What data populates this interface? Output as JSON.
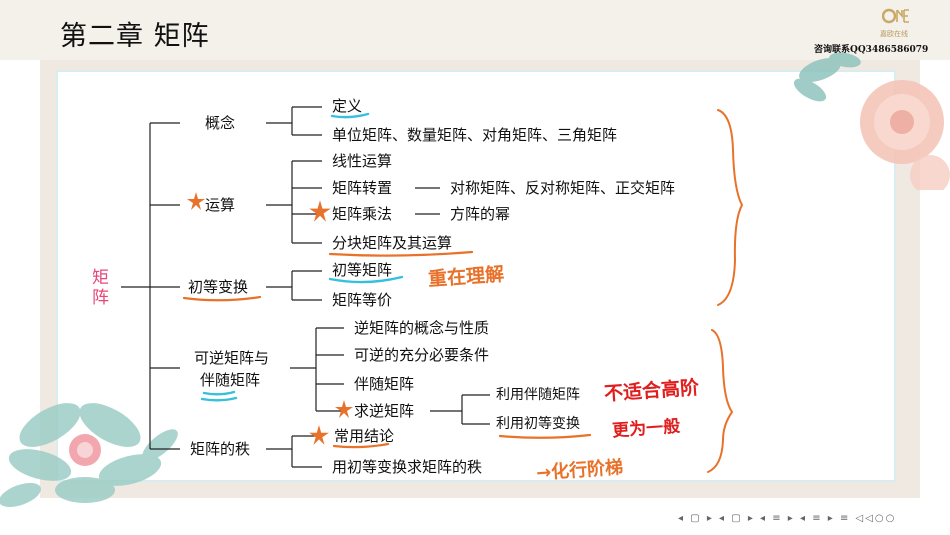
{
  "slide": {
    "title": "第二章 矩阵",
    "logo_caption": "嘉欧在线",
    "contact": "咨询联系QQ3486586079"
  },
  "tree": {
    "root": "矩阵",
    "concept": {
      "label": "概念",
      "items": [
        "定义",
        "单位矩阵、数量矩阵、对角矩阵、三角矩阵"
      ]
    },
    "ops": {
      "label": "运算",
      "items": [
        "线性运算",
        "矩阵转置",
        "矩阵乘法",
        "分块矩阵及其运算"
      ],
      "transpose_detail": "对称矩阵、反对称矩阵、正交矩阵",
      "mult_detail": "方阵的幂"
    },
    "elementary": {
      "label": "初等变换",
      "items": [
        "初等矩阵",
        "矩阵等价"
      ]
    },
    "inverse": {
      "label_line1": "可逆矩阵与",
      "label_line2": "伴随矩阵",
      "items": [
        "逆矩阵的概念与性质",
        "可逆的充分必要条件",
        "伴随矩阵",
        "求逆矩阵"
      ],
      "methods": [
        "利用伴随矩阵",
        "利用初等变换"
      ]
    },
    "rank": {
      "label": "矩阵的秩",
      "items": [
        "常用结论",
        "用初等变换求矩阵的秩"
      ]
    }
  },
  "annotations": {
    "elementary_note": "重在理解",
    "adjoint_note": "不适合高阶",
    "elementary_method_note": "更为一般",
    "rank_note": "→化行阶梯"
  },
  "nav": {
    "controls": "◂ ▢ ▸ ◂ ▢ ▸ ◂ ≡ ▸ ◂ ≡ ▸ ≡ ◁◁○○"
  },
  "colors": {
    "orange": "#e8722a",
    "red": "#e01e1e",
    "cyan": "#35c0dc",
    "root_pink": "#e8457a"
  }
}
